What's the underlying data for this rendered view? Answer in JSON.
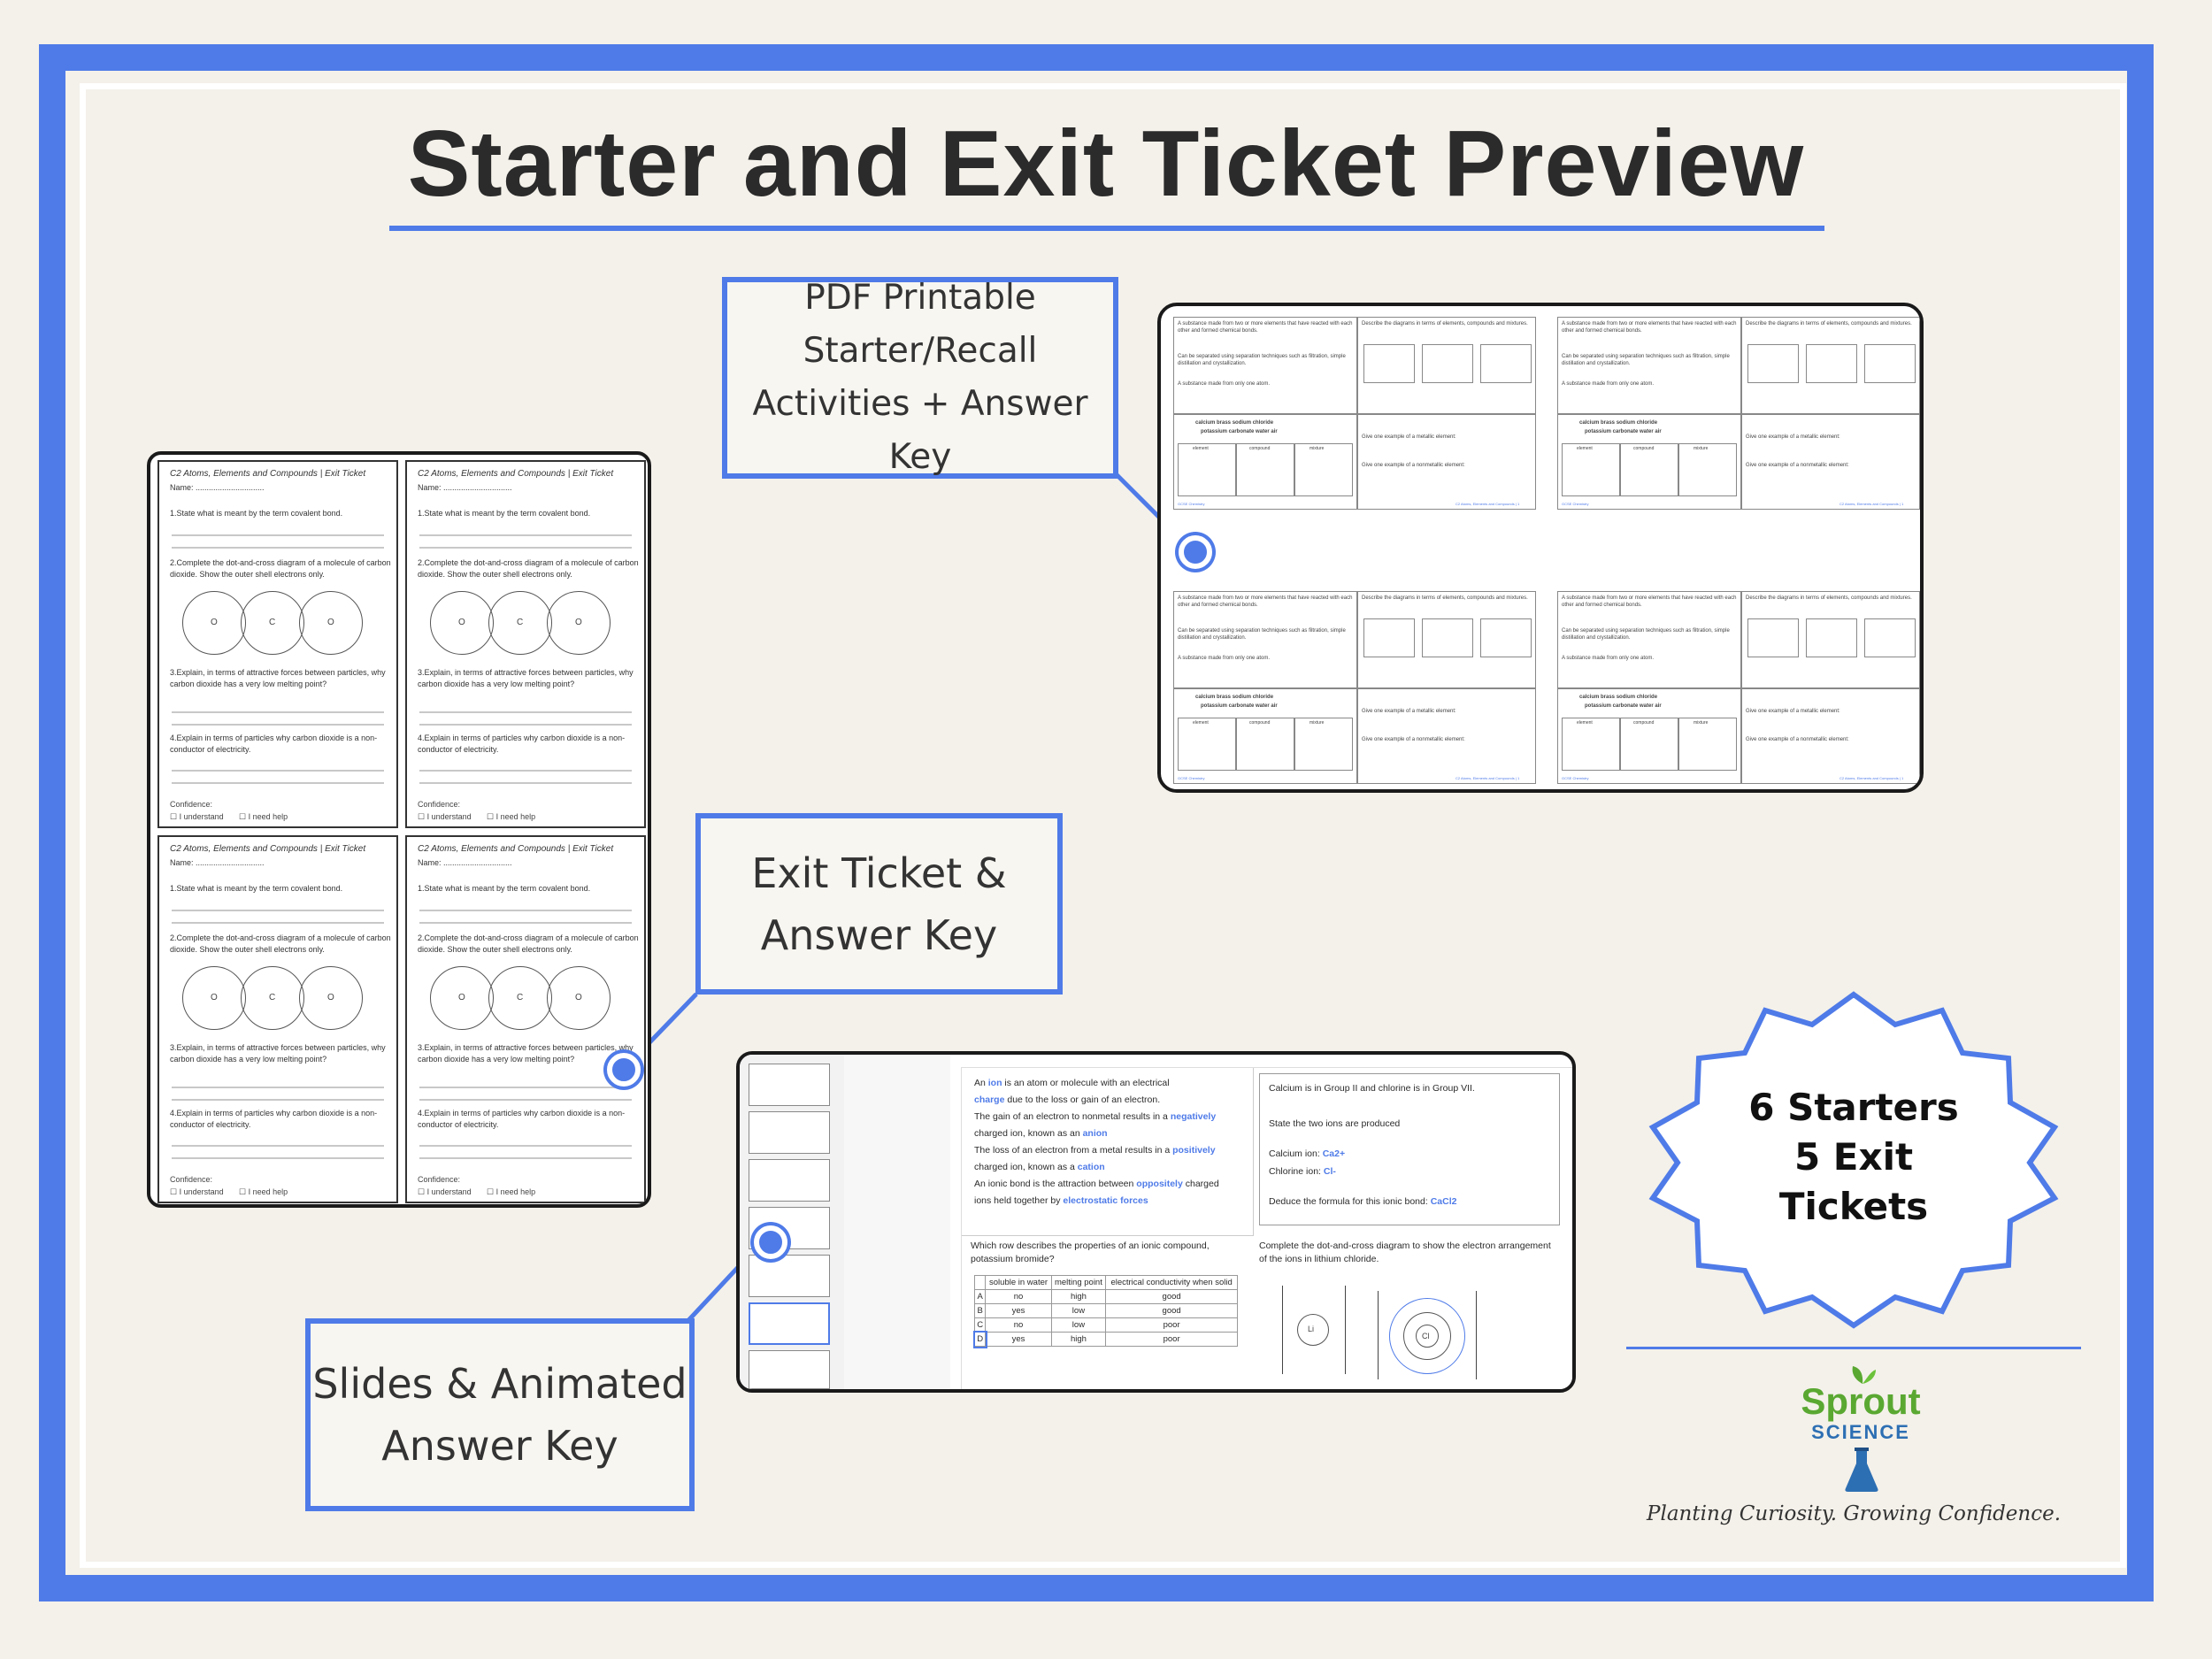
{
  "title": "Starter and Exit Ticket Preview",
  "callouts": {
    "pdf": [
      "PDF Printable",
      "Starter/Recall",
      "Activities + Answer Key"
    ],
    "exit": [
      "Exit Ticket &",
      "Answer Key"
    ],
    "slides": [
      "Slides & Animated",
      "Answer Key"
    ]
  },
  "badge": [
    "6 Starters",
    "5 Exit",
    "Tickets"
  ],
  "logo": {
    "word": "Sprout",
    "sub": "SCIENCE",
    "tagline": "Planting Curiosity. Growing Confidence."
  },
  "exit_ticket": {
    "header": "C2 Atoms, Elements and Compounds | Exit Ticket",
    "name": "Name: ...............................",
    "q1": "1.State what is meant by the term covalent bond.",
    "q2": "2.Complete the dot-and-cross diagram of a molecule of carbon dioxide. Show the outer shell electrons only.",
    "q3": "3.Explain, in terms of attractive forces between particles, why carbon dioxide has a very low melting point?",
    "q4": "4.Explain in terms of particles why carbon dioxide is a non-conductor of electricity.",
    "atoms": [
      "O",
      "C",
      "O"
    ],
    "confidence": "Confidence:",
    "understand": "☐ I understand",
    "help": "☐ I need help"
  },
  "starter": {
    "p1": "A substance made from two or more elements that have reacted with each other and formed chemical bonds.",
    "p2": "Can be separated using separation techniques such as filtration, simple distillation and crystallization.",
    "p3": "A substance made from only one atom.",
    "describe": "Describe the diagrams in terms of elements, compounds and mixtures.",
    "words1": "calcium     brass     sodium chloride",
    "words2": "potassium carbonate     water     air",
    "cols": [
      "element",
      "compound",
      "mixture"
    ],
    "metal": "Give one example of a metallic element:",
    "nonmetal": "Give one example of a nonmetallic element:",
    "footer_l": "GCSE Chemistry",
    "footer_r": "C2 Atoms, Elements and Compounds | 1"
  },
  "slide": {
    "l1a": "An ",
    "ion": "ion",
    "l1b": " is an atom or molecule with an electrical",
    "charge": "charge",
    "l2b": " due to the loss or gain of an electron.",
    "l3": "The gain of an electron to nonmetal results in a ",
    "negatively": "negatively",
    "l4": "charged ion, known as an ",
    "anion": "anion",
    "l5": "The loss of an electron from a metal results in a ",
    "positively": "positively",
    "l6": "charged ion, known as a ",
    "cation": "cation",
    "l7": "An ionic bond is the attraction between ",
    "oppositely": "oppositely",
    "l7b": " charged",
    "l8": "ions held together by ",
    "electrostatic": "electrostatic forces",
    "r1": "Calcium is in Group II and chlorine is in Group VII.",
    "r2": "State the two ions are produced",
    "r3": "Calcium ion: ",
    "ca": "Ca2+",
    "r4": "Chlorine ion: ",
    "cl": "Cl-",
    "r5": "Deduce the formula for this ionic bond: ",
    "cacl": "CaCl2",
    "b1": "Which row describes the properties of an ionic compound, potassium bromide?",
    "b2": "Complete the dot-and-cross diagram to show the electron arrangement of the ions in lithium chloride.",
    "table_head": [
      "",
      "soluble in water",
      "melting point",
      "electrical conductivity when solid"
    ],
    "table_rows": [
      [
        "A",
        "no",
        "high",
        "good"
      ],
      [
        "B",
        "yes",
        "low",
        "good"
      ],
      [
        "C",
        "no",
        "low",
        "poor"
      ],
      [
        "D",
        "yes",
        "high",
        "poor"
      ]
    ],
    "li": "Li",
    "cl_atom": "Cl"
  },
  "colors": {
    "accent": "#4f7be8",
    "background": "#f4f1ea",
    "logo_green": "#5aa832"
  }
}
